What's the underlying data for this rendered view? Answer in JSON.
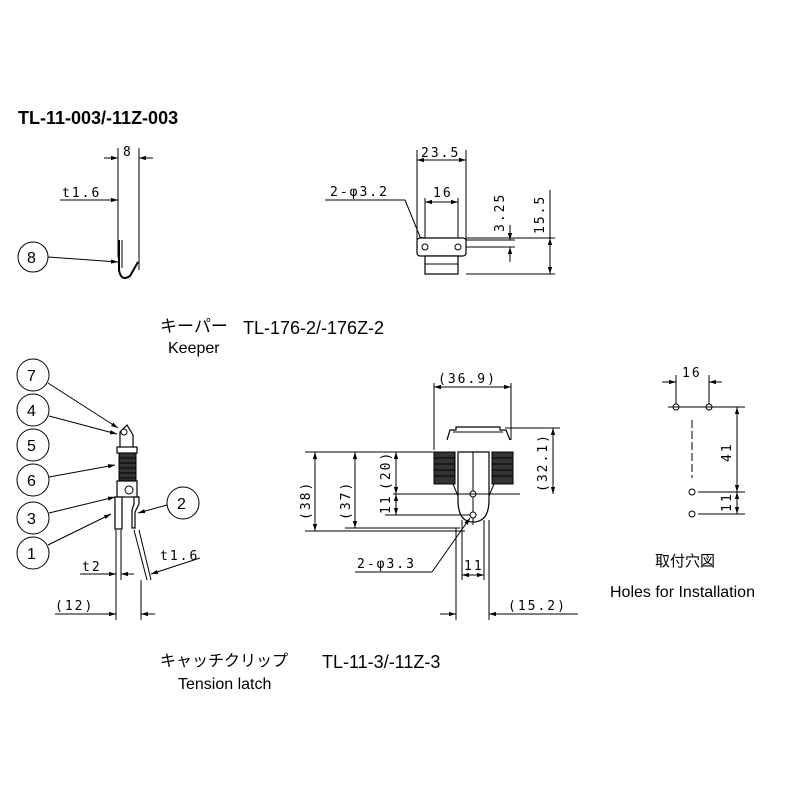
{
  "title": "TL-11-003/-11Z-003",
  "keeper": {
    "label_jp": "キーパー",
    "label_en": "Keeper",
    "model": "TL-176-2/-176Z-2",
    "dims": {
      "width_side": "8",
      "thickness": "t1.6",
      "overall": "23.5",
      "holes": "2-φ3.2",
      "pitch": "16",
      "hole_offset": "3.25",
      "height": "15.5"
    },
    "balloon": "8"
  },
  "latch": {
    "label_jp": "キャッチクリップ",
    "label_en": "Tension latch",
    "model": "TL-11-3/-11Z-3",
    "balloons": [
      "7",
      "4",
      "5",
      "6",
      "3",
      "1",
      "2"
    ],
    "dims": {
      "t_base": "t2",
      "t_clip": "t1.6",
      "depth": "(12)",
      "width": "(36.9)",
      "h38": "(38)",
      "h37": "(37)",
      "h20": "(20)",
      "h11": "11",
      "h32": "(32.1)",
      "holes": "2-φ3.3",
      "pitch": "11",
      "offset": "(15.2)"
    }
  },
  "holes": {
    "label_jp": "取付穴図",
    "label_en": "Holes for Installation",
    "dims": {
      "pitch_x": "16",
      "v1": "41",
      "v2": "11"
    }
  }
}
